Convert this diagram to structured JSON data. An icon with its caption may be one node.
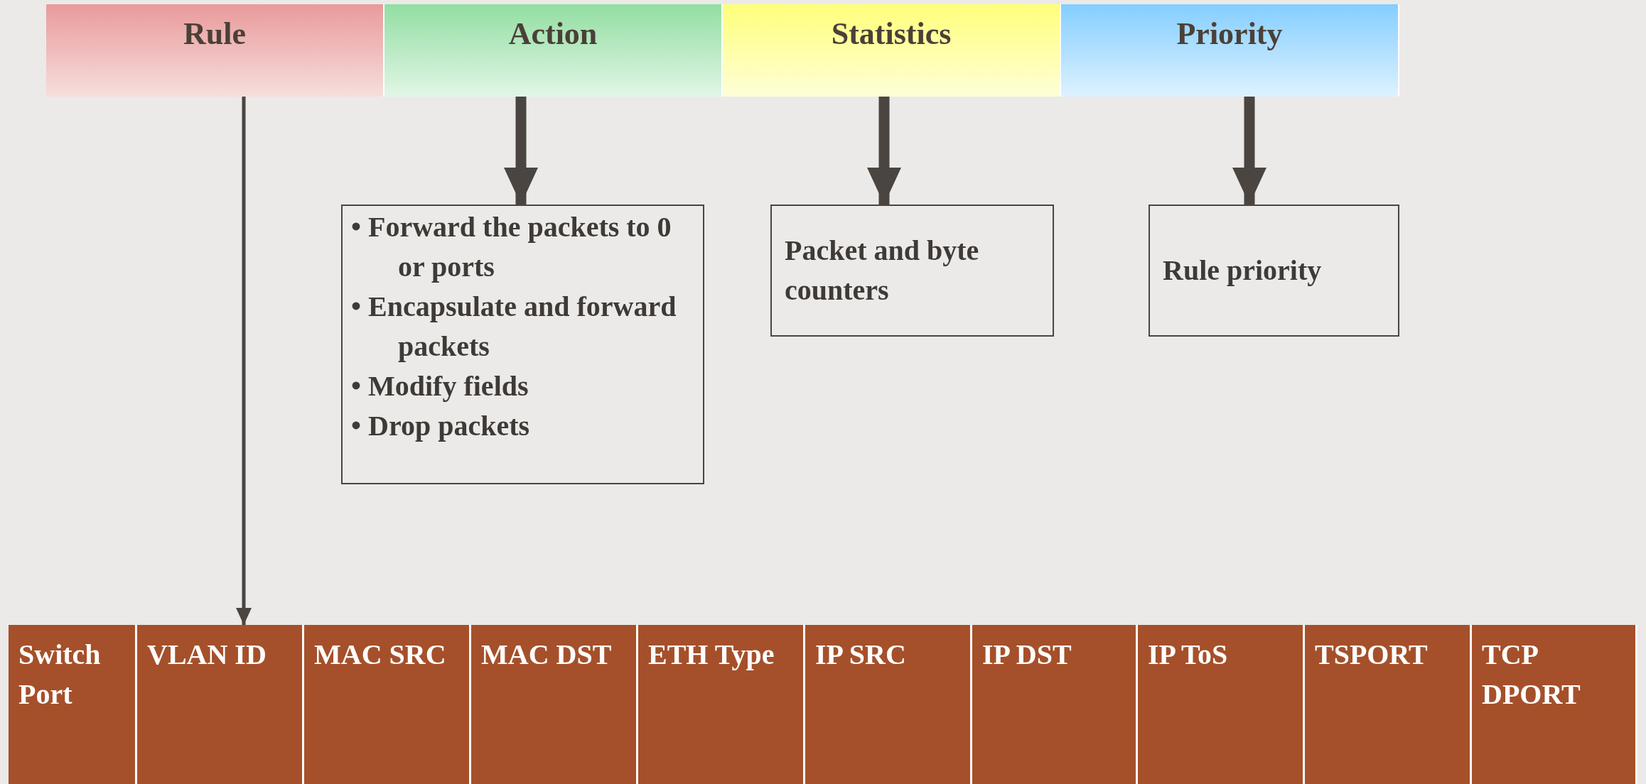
{
  "diagram": {
    "nodes": [
      {
        "text": [
          "Rule"
        ]
      },
      {
        "text": [
          "Action"
        ]
      },
      {
        "text": [
          "Statistics"
        ]
      },
      {
        "text": [
          "Priority"
        ]
      },
      {
        "text": [
          "• Forward the packets to 0 or ports",
          "• Encapsulate and forward packets",
          "• Modify fields",
          "• Drop packets"
        ]
      },
      {
        "text": [
          "Packet and byte counters"
        ]
      },
      {
        "text": [
          "Rule priority"
        ]
      },
      {
        "text": [],
        "shape": "bar"
      },
      {
        "text": [
          "Switch Port"
        ],
        "in": 7
      },
      {
        "text": [
          "VLAN ID"
        ],
        "in": 7
      },
      {
        "text": [
          "MAC SRC"
        ],
        "in": 7
      },
      {
        "text": [
          "MAC DST"
        ],
        "in": 7
      },
      {
        "text": [
          "ETH Type"
        ],
        "in": 7
      },
      {
        "text": [
          "IP SRC"
        ],
        "in": 7
      },
      {
        "text": [
          "IP DST"
        ],
        "in": 7
      },
      {
        "text": [
          "IP ToS"
        ],
        "in": 7
      },
      {
        "text": [
          "TSPORT"
        ],
        "in": 7
      },
      {
        "text": [
          "TCP DPORT"
        ],
        "in": 7
      }
    ],
    "edges": [
      {
        "from": 0,
        "to": 7,
        "arrow": "to"
      },
      {
        "from": 1,
        "to": 4,
        "arrow": "to"
      },
      {
        "from": 2,
        "to": 5,
        "arrow": "to"
      },
      {
        "from": 3,
        "to": 6,
        "arrow": "to"
      }
    ]
  }
}
